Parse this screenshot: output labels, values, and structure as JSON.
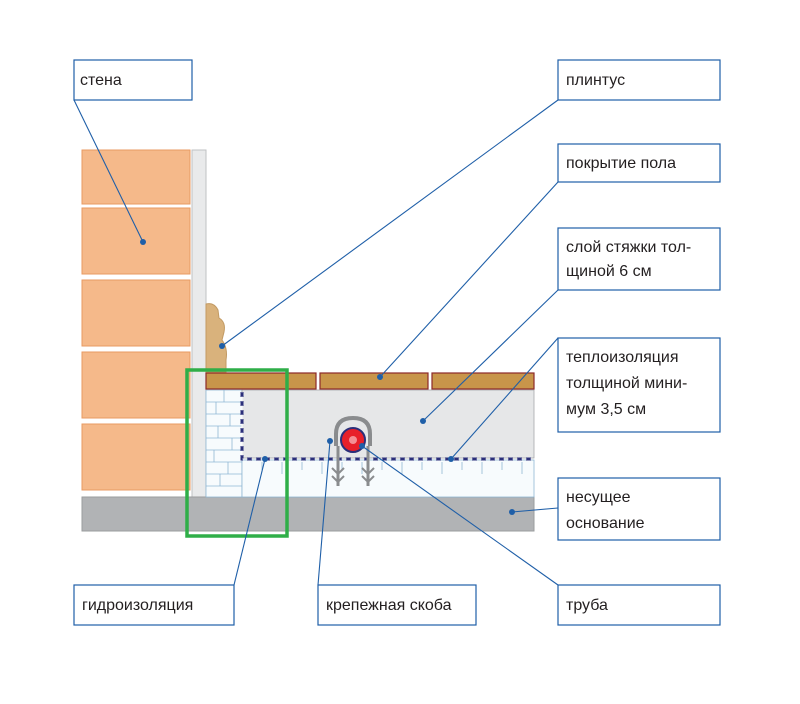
{
  "labels": {
    "wall": "стена",
    "baseboard": "плинтус",
    "floor_covering": "покрытие пола",
    "screed_line1": "слой стяжки тол-",
    "screed_line2": "щиной 6 см",
    "insulation_line1": "теплоизоляция",
    "insulation_line2": "толщиной мини-",
    "insulation_line3": "мум 3,5 см",
    "base_line1": "несущее",
    "base_line2": "основание",
    "waterproofing": "гидроизоляция",
    "clip": "крепежная скоба",
    "pipe": "труба"
  },
  "colors": {
    "brick": "#f5b98a",
    "brick_mortar": "#ffffff",
    "plaster": "#e9eaeb",
    "baseboard": "#d9b27c",
    "floor_board": "#c8954a",
    "floor_outline": "#8b2a2a",
    "screed": "#e6e7e8",
    "insulation": "#f7fbfd",
    "base_slab": "#b1b3b5",
    "waterproof_dash": "#2b2f7a",
    "pipe": "#e8202a",
    "leader": "#1f5fa8",
    "highlight": "#2fae48"
  }
}
